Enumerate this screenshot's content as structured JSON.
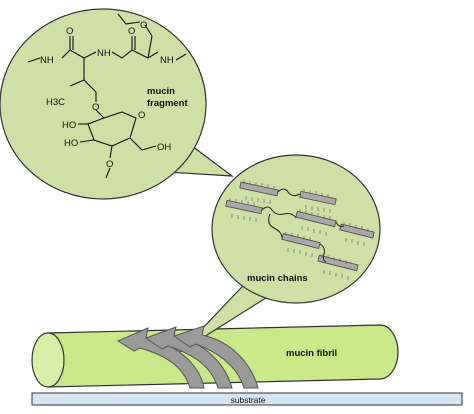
{
  "labels": {
    "mucin_fragment_line1": "mucin",
    "mucin_fragment_line2": "fragment",
    "mucin_chains": "mucin chains",
    "mucin_fibril": "mucin fibril",
    "substrate": "substrate"
  },
  "chemistry": {
    "methoxy_top": "O",
    "nh_left": "NH",
    "nh_middle": "NH",
    "nh_right": "NH",
    "carbonyl_o_left": "O",
    "carbonyl_o_right": "O",
    "methyl": "H3C",
    "ether_o": "O",
    "ring_o": "O",
    "ho_upper": "HO",
    "ho_lower": "HO",
    "oh_right": "OH",
    "methoxy_bottom": "O"
  },
  "colors": {
    "bubble_fill": "#cfe0a6",
    "bubble_stroke": "#3a3a3a",
    "fibril_fill": "#c8e88a",
    "arrow_fill": "#9a9a9a",
    "chain_fill": "#a9a9a9",
    "substrate_fill": "#d5e6f2"
  }
}
